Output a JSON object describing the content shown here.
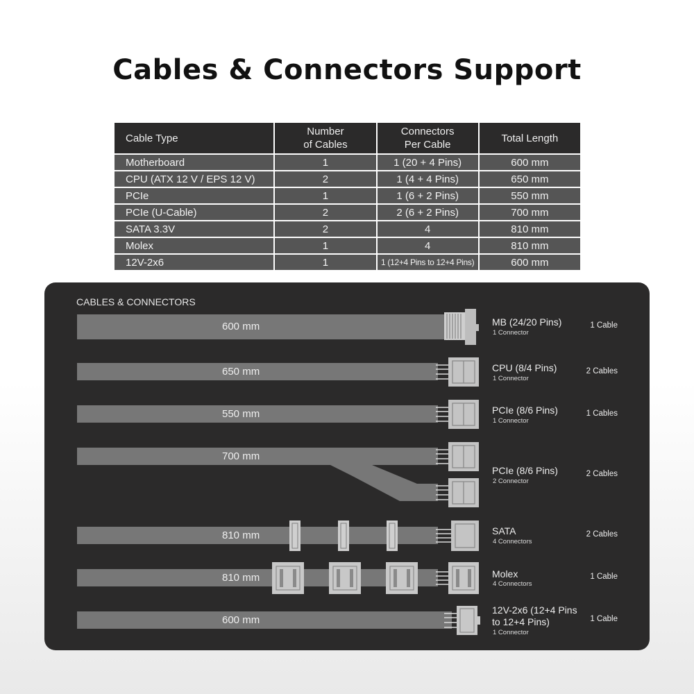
{
  "title": "Cables & Connectors Support",
  "table": {
    "headers": [
      "Cable Type",
      "Number\nof Cables",
      "Connectors\nPer Cable",
      "Total Length"
    ],
    "rows": [
      [
        "Motherboard",
        "1",
        "1 (20 + 4 Pins)",
        "600 mm"
      ],
      [
        "CPU (ATX 12 V / EPS 12 V)",
        "2",
        "1 (4 + 4 Pins)",
        "650 mm"
      ],
      [
        "PCIe",
        "1",
        "1 (6 + 2 Pins)",
        "550 mm"
      ],
      [
        "PCIe (U-Cable)",
        "2",
        "2 (6 + 2 Pins)",
        "700 mm"
      ],
      [
        "SATA 3.3V",
        "2",
        "4",
        "810 mm"
      ],
      [
        "Molex",
        "1",
        "4",
        "810 mm"
      ],
      [
        "12V-2x6",
        "1",
        "1 (12+4 Pins to 12+4 Pins)",
        "600 mm"
      ]
    ]
  },
  "panel": {
    "heading": "CABLES & CONNECTORS",
    "cables": [
      {
        "length": "600 mm",
        "name": "MB (24/20 Pins)",
        "sub": "1 Connector",
        "count": "1 Cable"
      },
      {
        "length": "650 mm",
        "name": "CPU (8/4 Pins)",
        "sub": "1 Connector",
        "count": "2 Cables"
      },
      {
        "length": "550 mm",
        "name": "PCIe (8/6 Pins)",
        "sub": "1 Connector",
        "count": "1 Cables"
      },
      {
        "length": "700 mm",
        "name": "PCIe (8/6 Pins)",
        "sub": "2 Connector",
        "count": "2 Cables"
      },
      {
        "length": "810 mm",
        "name": "SATA",
        "sub": "4 Connectors",
        "count": "2 Cables"
      },
      {
        "length": "810 mm",
        "name": "Molex",
        "sub": "4 Connectors",
        "count": "1 Cable"
      },
      {
        "length": "600 mm",
        "name": "12V-2x6 (12+4 Pins\nto 12+4 Pins)",
        "sub": "1 Connector",
        "count": "1 Cable"
      }
    ]
  }
}
